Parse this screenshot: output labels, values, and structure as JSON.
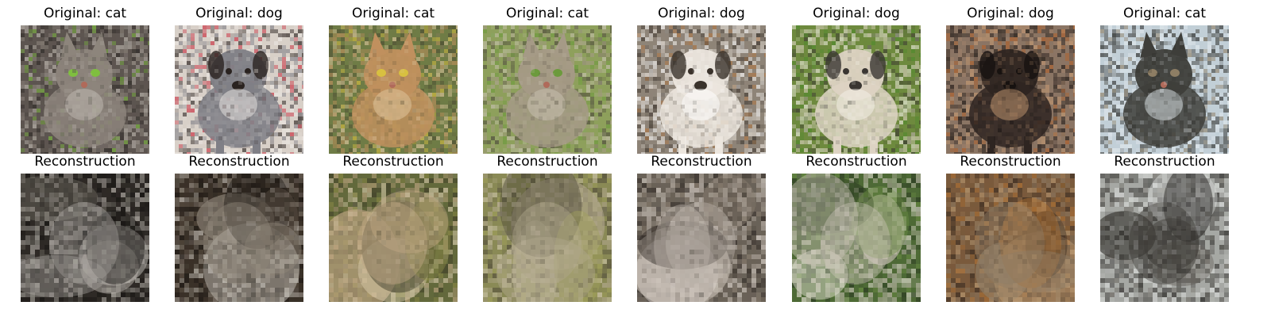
{
  "rows": [
    {
      "kind": "original",
      "cells": [
        {
          "title": "Original: cat",
          "subject": "cat",
          "palette": {
            "bg": "#5d5550",
            "main": "#8d857c",
            "dark": "#2e2a27",
            "light": "#c4beb6",
            "accent": "#7fbf3f"
          }
        },
        {
          "title": "Original: dog",
          "subject": "dog",
          "palette": {
            "bg": "#d8d0c8",
            "main": "#7f7f86",
            "dark": "#2a2320",
            "light": "#eeeae6",
            "accent": "#c8283a"
          }
        },
        {
          "title": "Original: cat",
          "subject": "cat",
          "palette": {
            "bg": "#6f7c46",
            "main": "#c0905e",
            "dark": "#4b4a32",
            "light": "#e0c8a0",
            "accent": "#d8c040"
          }
        },
        {
          "title": "Original: cat",
          "subject": "cat",
          "palette": {
            "bg": "#8ea05c",
            "main": "#a59a86",
            "dark": "#4d473d",
            "light": "#c9c2b2",
            "accent": "#6c9a3c"
          }
        },
        {
          "title": "Original: dog",
          "subject": "dog",
          "palette": {
            "bg": "#8e8478",
            "main": "#ece6de",
            "dark": "#3a322b",
            "light": "#ffffff",
            "accent": "#b07846"
          }
        },
        {
          "title": "Original: dog",
          "subject": "dog",
          "palette": {
            "bg": "#6e8a3e",
            "main": "#ddd3c3",
            "dark": "#3a3632",
            "light": "#f6f2ea",
            "accent": "#4e8a2c"
          }
        },
        {
          "title": "Original: dog",
          "subject": "dog",
          "palette": {
            "bg": "#8b7564",
            "main": "#2e2521",
            "dark": "#171210",
            "light": "#c89c74",
            "accent": "#b0602a"
          }
        },
        {
          "title": "Original: cat",
          "subject": "cat",
          "palette": {
            "bg": "#c2cfd7",
            "main": "#3e3e3a",
            "dark": "#1f1f1c",
            "light": "#e4ebef",
            "accent": "#8e7e64"
          }
        }
      ]
    },
    {
      "kind": "reconstruction",
      "cells": [
        {
          "title": "Reconstruction",
          "subject": "blur",
          "palette": {
            "bg": "#2e2a26",
            "main": "#a09c96",
            "dark": "#161412",
            "light": "#cbc6bf",
            "accent": "#6e6a62"
          }
        },
        {
          "title": "Reconstruction",
          "subject": "blur",
          "palette": {
            "bg": "#3a3128",
            "main": "#8d8478",
            "dark": "#1d1814",
            "light": "#cfcac2",
            "accent": "#5e5246"
          }
        },
        {
          "title": "Reconstruction",
          "subject": "blur",
          "palette": {
            "bg": "#63693c",
            "main": "#c2a884",
            "dark": "#3c3a26",
            "light": "#e0d2b4",
            "accent": "#8c8a46"
          }
        },
        {
          "title": "Reconstruction",
          "subject": "blur",
          "palette": {
            "bg": "#8a8a56",
            "main": "#b0a68c",
            "dark": "#4c4638",
            "light": "#d4cbb2",
            "accent": "#a0a05a"
          }
        },
        {
          "title": "Reconstruction",
          "subject": "blur",
          "palette": {
            "bg": "#6a6258",
            "main": "#bbb2a8",
            "dark": "#2e2824",
            "light": "#e0d8d0",
            "accent": "#8a7e70"
          }
        },
        {
          "title": "Reconstruction",
          "subject": "blur",
          "palette": {
            "bg": "#4e6a36",
            "main": "#c8c0b4",
            "dark": "#283620",
            "light": "#ece6dc",
            "accent": "#6c8e44"
          }
        },
        {
          "title": "Reconstruction",
          "subject": "blur",
          "palette": {
            "bg": "#7a5a3c",
            "main": "#8e7c66",
            "dark": "#3a2c22",
            "light": "#c0a078",
            "accent": "#b07234"
          }
        },
        {
          "title": "Reconstruction",
          "subject": "blur",
          "palette": {
            "bg": "#a6a8a4",
            "main": "#3c3a36",
            "dark": "#1c1a18",
            "light": "#dcdedc",
            "accent": "#6a6660"
          }
        }
      ]
    }
  ]
}
